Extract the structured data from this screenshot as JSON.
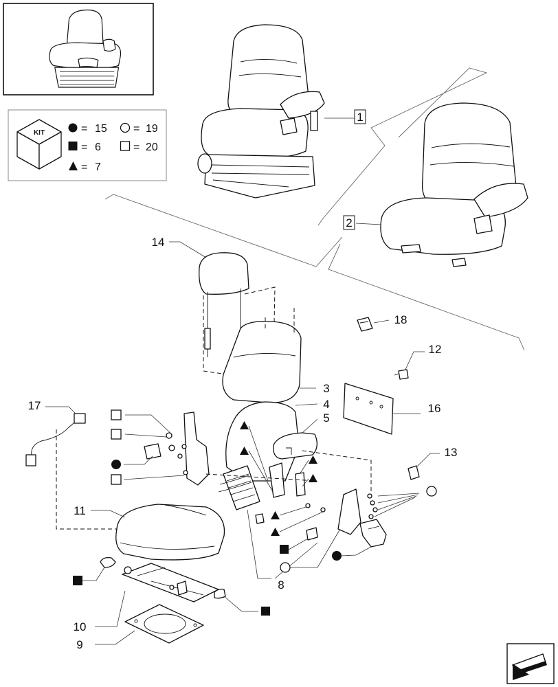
{
  "kit_legend": {
    "kit_label": "KIT",
    "rows": [
      {
        "symbol": "filled-circle",
        "value": "15"
      },
      {
        "symbol": "filled-square",
        "value": "6"
      },
      {
        "symbol": "filled-triangle",
        "value": "7"
      },
      {
        "symbol": "open-circle",
        "value": "19"
      },
      {
        "symbol": "open-square",
        "value": "20"
      }
    ],
    "equals": "="
  },
  "callouts": {
    "c1": "1",
    "c2": "2",
    "c3": "3",
    "c4": "4",
    "c5": "5",
    "c8": "8",
    "c9": "9",
    "c10": "10",
    "c11": "11",
    "c12": "12",
    "c13": "13",
    "c14": "14",
    "c16": "16",
    "c17": "17",
    "c18": "18"
  },
  "icons": {
    "thumbnail": "seat-assembly-thumbnail",
    "kit": "kit-box-icon",
    "navigation": "next-page-arrow-icon"
  }
}
